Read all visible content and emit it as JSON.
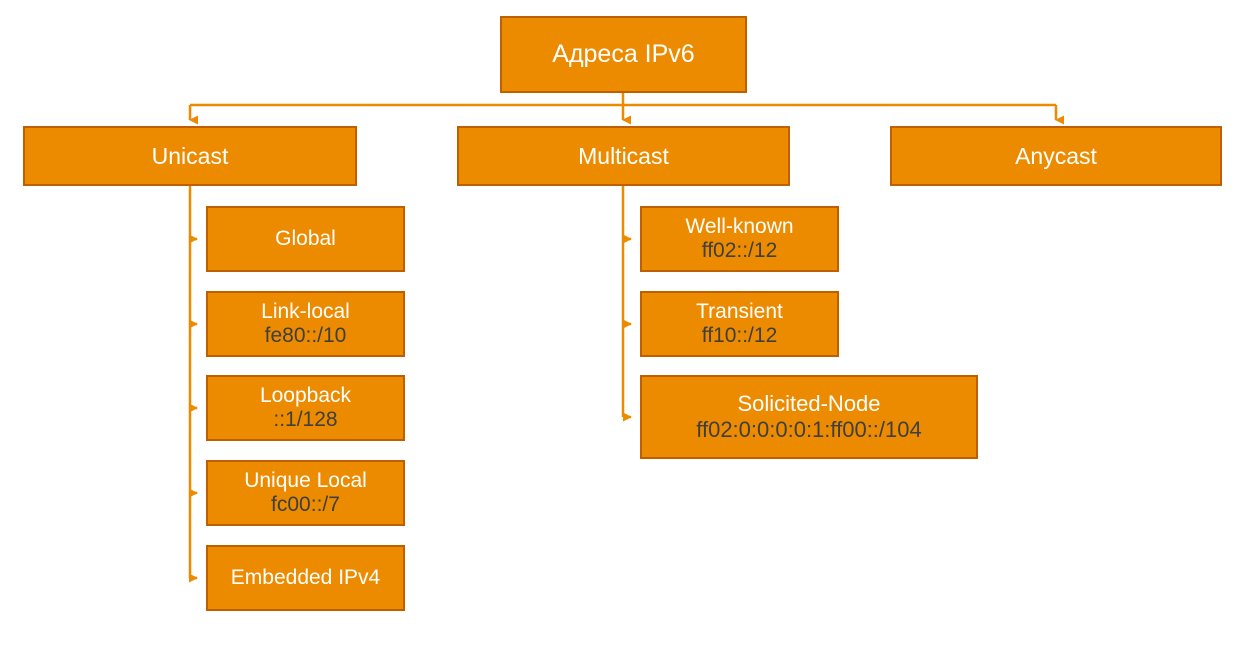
{
  "diagram": {
    "title": "Адреса IPv6",
    "type": "tree",
    "colors": {
      "node_fill": "#ED8B00",
      "node_border": "#BF6000",
      "connector": "#ED8B00",
      "title_text": "#FFFFFF",
      "sub_text": "#3F3F3F",
      "background": "#FFFFFF"
    },
    "root": {
      "label": "Адреса IPv6"
    },
    "branches": [
      {
        "label": "Unicast",
        "children": [
          {
            "label": "Global",
            "prefix": ""
          },
          {
            "label": "Link-local",
            "prefix": "fe80::/10"
          },
          {
            "label": "Loopback",
            "prefix": "::1/128"
          },
          {
            "label": "Unique Local",
            "prefix": "fc00::/7"
          },
          {
            "label": "Embedded IPv4",
            "prefix": ""
          }
        ]
      },
      {
        "label": "Multicast",
        "children": [
          {
            "label": "Well-known",
            "prefix": "ff02::/12"
          },
          {
            "label": "Transient",
            "prefix": "ff10::/12"
          },
          {
            "label": "Solicited-Node",
            "prefix": "ff02:0:0:0:0:1:ff00::/104"
          }
        ]
      },
      {
        "label": "Anycast",
        "children": []
      }
    ]
  }
}
